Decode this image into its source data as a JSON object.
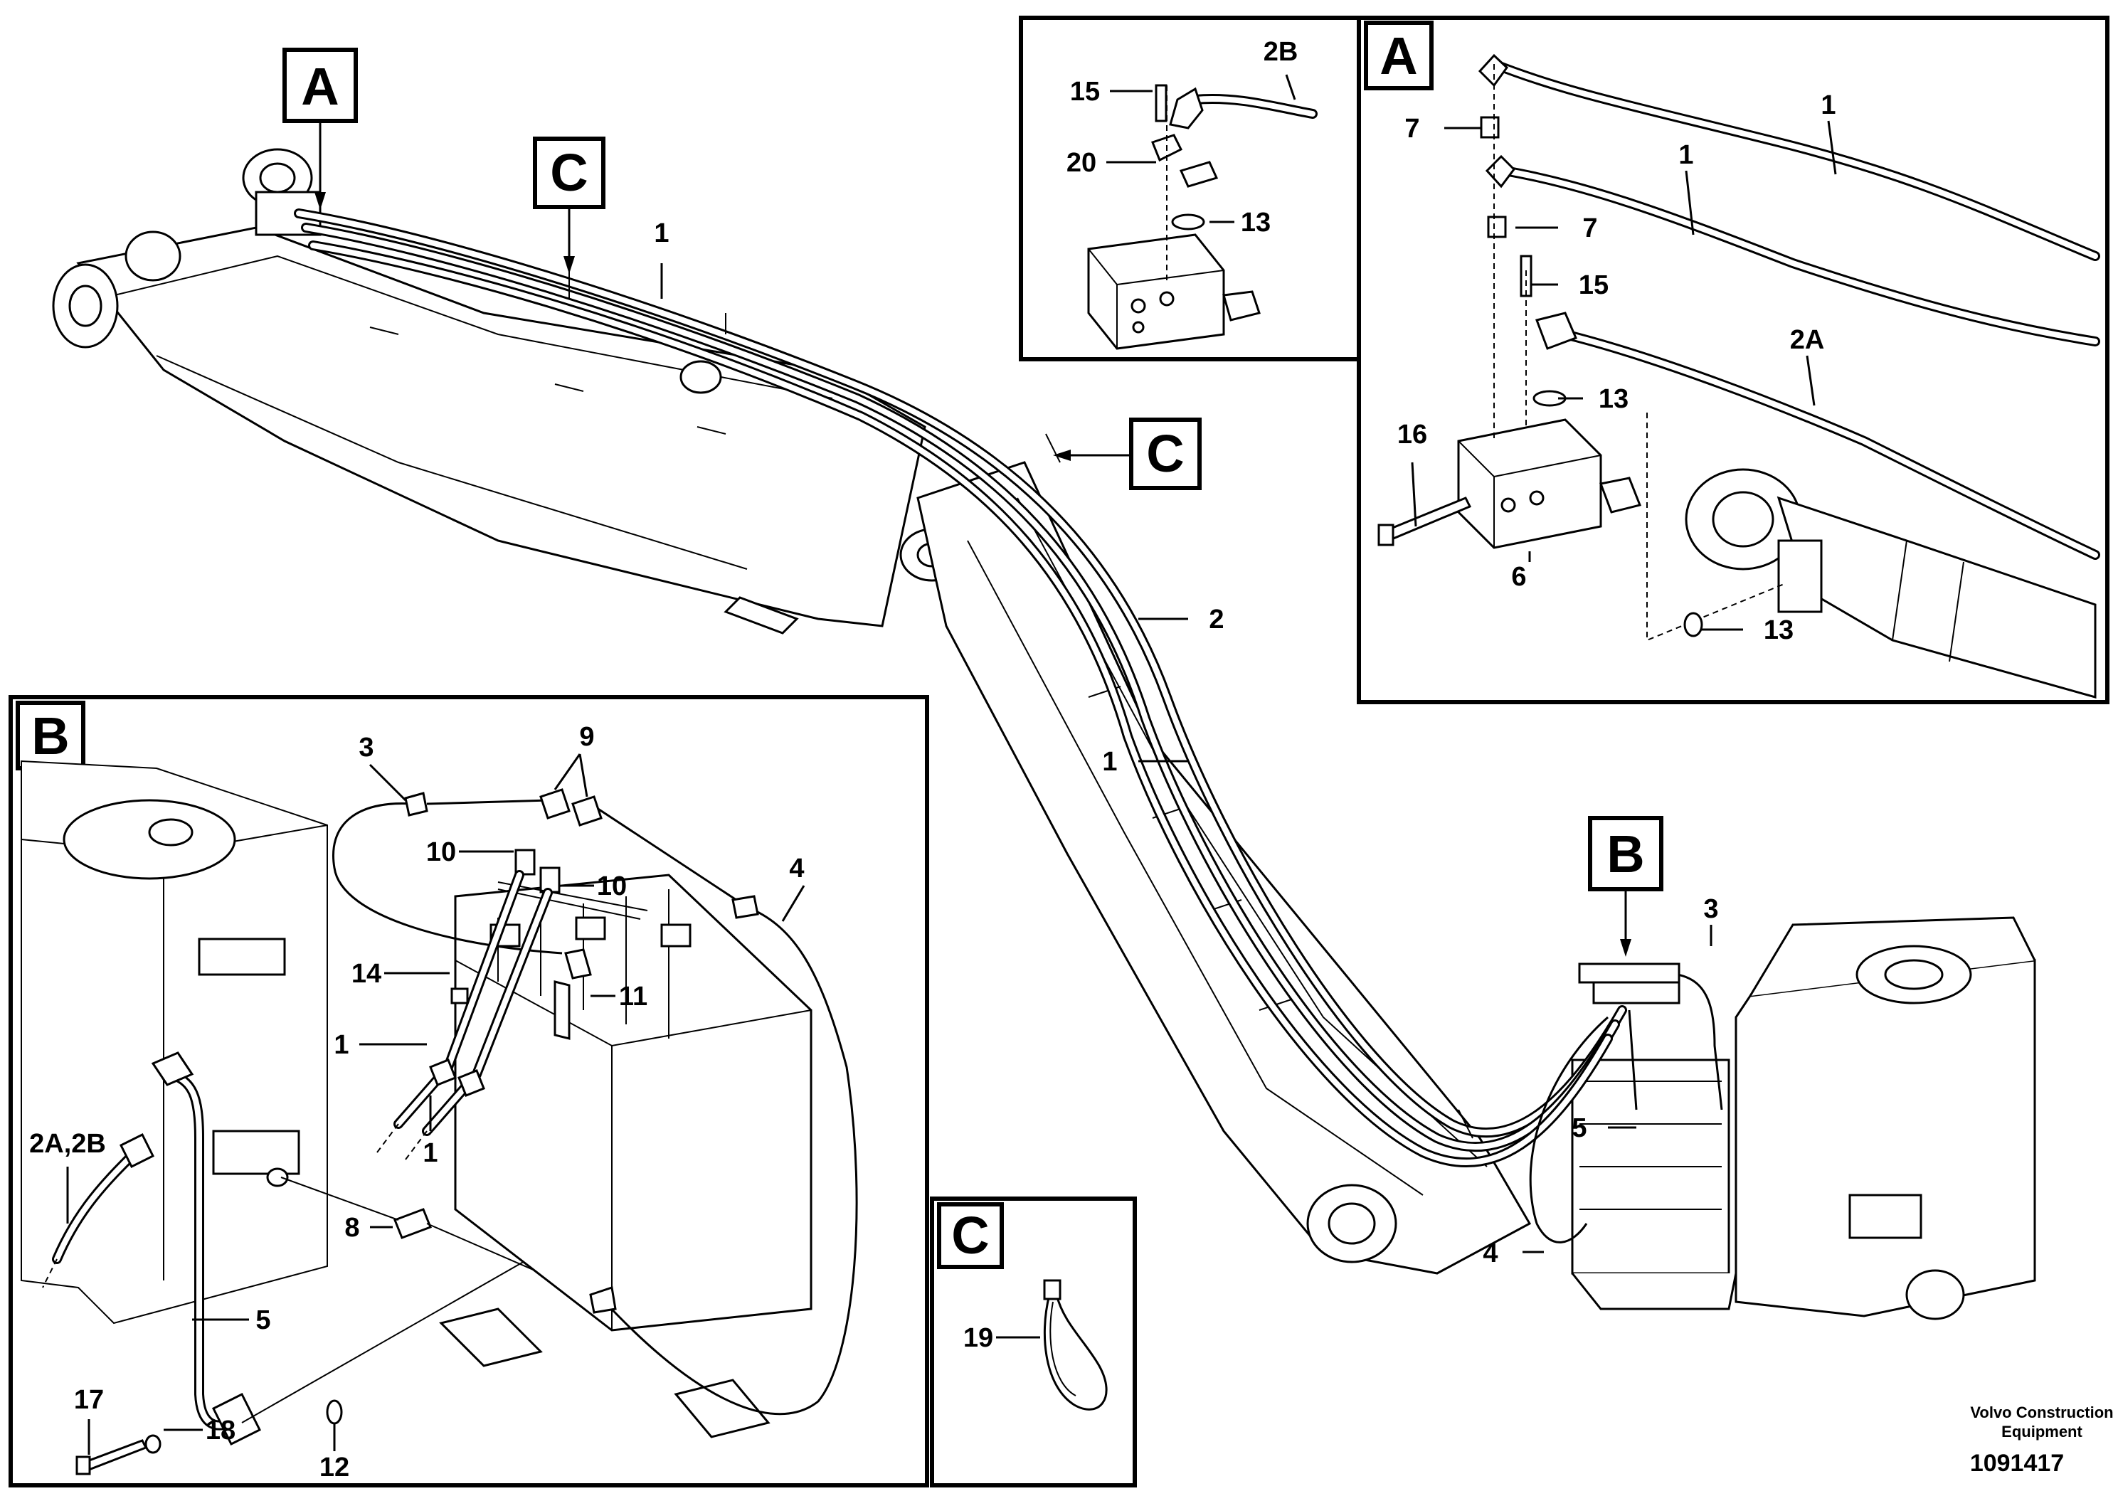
{
  "detail_boxes": {
    "A": "A",
    "B": "B",
    "C": "C"
  },
  "main_view": {
    "callout_A": "A",
    "callout_B": "B",
    "callout_C1": "C",
    "callout_C2": "C",
    "labels": {
      "l1a": "1",
      "l1b": "1",
      "l2": "2",
      "l3": "3",
      "l4": "4",
      "l5": "5"
    }
  },
  "inset_top": {
    "labels": {
      "l2B": "2B",
      "l15": "15",
      "l20": "20",
      "l13": "13"
    }
  },
  "detail_A": {
    "labels": {
      "l7a": "7",
      "l7b": "7",
      "l1a": "1",
      "l1b": "1",
      "l15": "15",
      "l2A": "2A",
      "l13a": "13",
      "l16": "16",
      "l6": "6",
      "l13b": "13"
    }
  },
  "detail_B": {
    "labels": {
      "l3": "3",
      "l9": "9",
      "l4": "4",
      "l10a": "10",
      "l10b": "10",
      "l14": "14",
      "l11": "11",
      "l1a": "1",
      "l1b": "1",
      "l2A2B": "2A,2B",
      "l8": "8",
      "l5": "5",
      "l17": "17",
      "l18": "18",
      "l12": "12"
    }
  },
  "detail_C": {
    "labels": {
      "l19": "19"
    }
  },
  "footer": {
    "maker_line1": "Volvo Construction",
    "maker_line2": "Equipment",
    "drawing_number": "1091417"
  }
}
